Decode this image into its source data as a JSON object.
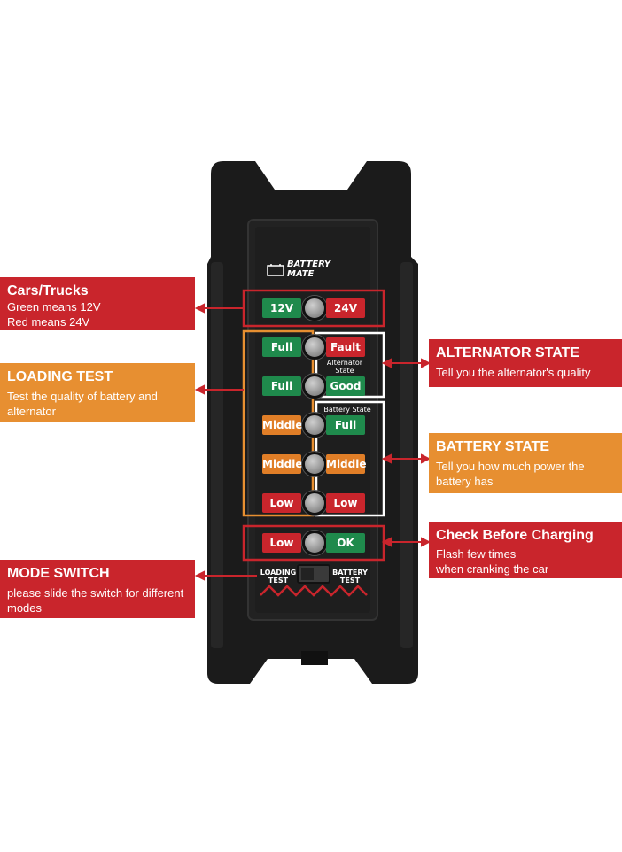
{
  "device": {
    "brand_line1": "BATTERY",
    "brand_line2": "MATE",
    "alternator_label": "Alternator State",
    "battery_label": "Battery State",
    "switch_left_label": "LOADING TEST",
    "switch_right_label": "BATTERY TEST",
    "leds": {
      "voltage": {
        "left": "12V",
        "right": "24V"
      },
      "row1": {
        "left": "Full",
        "right": "Fault"
      },
      "row2": {
        "left": "Full",
        "right": "Good"
      },
      "row3": {
        "left": "Middle",
        "right": "Full"
      },
      "row4": {
        "left": "Middle",
        "right": "Middle"
      },
      "row5": {
        "left": "Low",
        "right": "Low"
      },
      "charge": {
        "left": "Low",
        "right": "OK"
      }
    }
  },
  "callouts": {
    "cars": {
      "title": "Cars/Trucks",
      "line1": "Green means 12V",
      "line2": "Red means 24V"
    },
    "loading": {
      "title": "LOADING TEST",
      "desc": "Test the quality of battery and alternator"
    },
    "mode": {
      "title": "MODE SWITCH",
      "desc": "please slide the switch for different modes"
    },
    "alternator": {
      "title": "ALTERNATOR STATE",
      "desc": "Tell you the alternator's quality"
    },
    "battery": {
      "title": "BATTERY STATE",
      "desc": "Tell you how much power the battery has"
    },
    "charging": {
      "title": "Check Before Charging",
      "line1": "Flash few times",
      "line2": "when cranking the car"
    }
  },
  "colors": {
    "red": "#c9252c",
    "orange": "#e78f31",
    "green": "#1f8a4c",
    "device_body": "#1b1b1b"
  }
}
